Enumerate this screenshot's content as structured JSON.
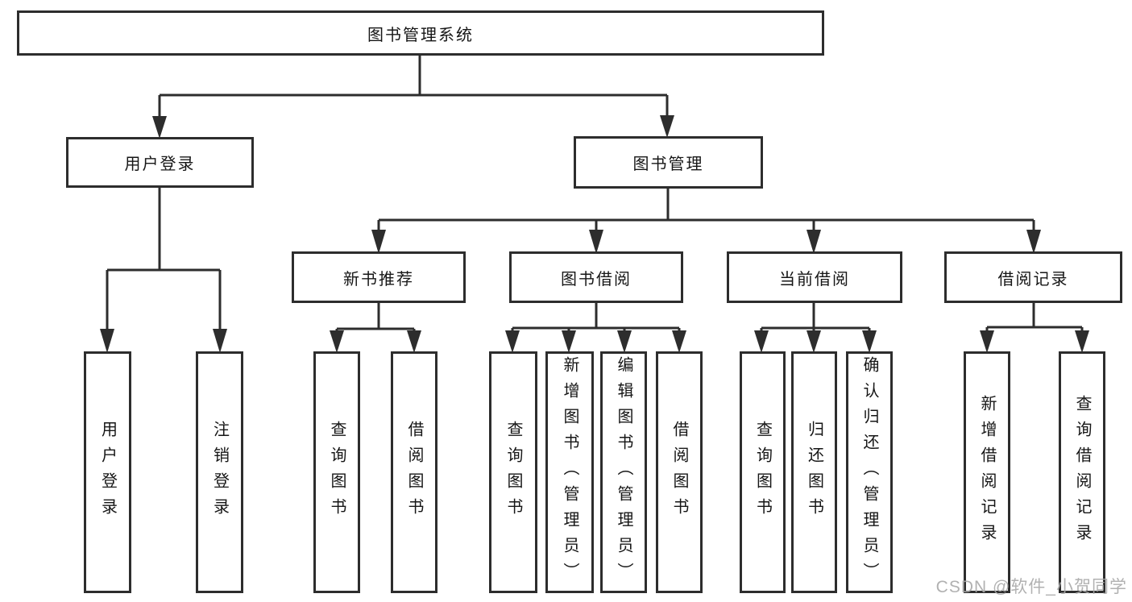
{
  "diagram": {
    "title": "图书管理系统",
    "root": {
      "label": "图书管理系统"
    },
    "level2": [
      {
        "id": "user_login",
        "label": "用户登录"
      },
      {
        "id": "book_mgmt",
        "label": "图书管理"
      }
    ],
    "level3": [
      {
        "id": "new_book",
        "label": "新书推荐"
      },
      {
        "id": "book_borrow",
        "label": "图书借阅"
      },
      {
        "id": "current_borrow",
        "label": "当前借阅"
      },
      {
        "id": "borrow_record",
        "label": "借阅记录"
      }
    ],
    "leaves": {
      "user_login": [
        "用户登录",
        "注销登录"
      ],
      "new_book": [
        "查询图书",
        "借阅图书"
      ],
      "book_borrow": [
        "查询图书",
        "新增图书（管理员）",
        "编辑图书（管理员）",
        "借阅图书"
      ],
      "current_borrow": [
        "查询图书",
        "归还图书",
        "确认归还（管理员）"
      ],
      "borrow_record": [
        "新增借阅记录",
        "查询借阅记录"
      ]
    }
  },
  "watermark": "CSDN @软件_小贺同学",
  "colors": {
    "line": "#2d2d2d",
    "box_border": "#2d2d2d",
    "text": "#161616",
    "watermark": "#a8a8a8",
    "background": "#ffffff"
  }
}
